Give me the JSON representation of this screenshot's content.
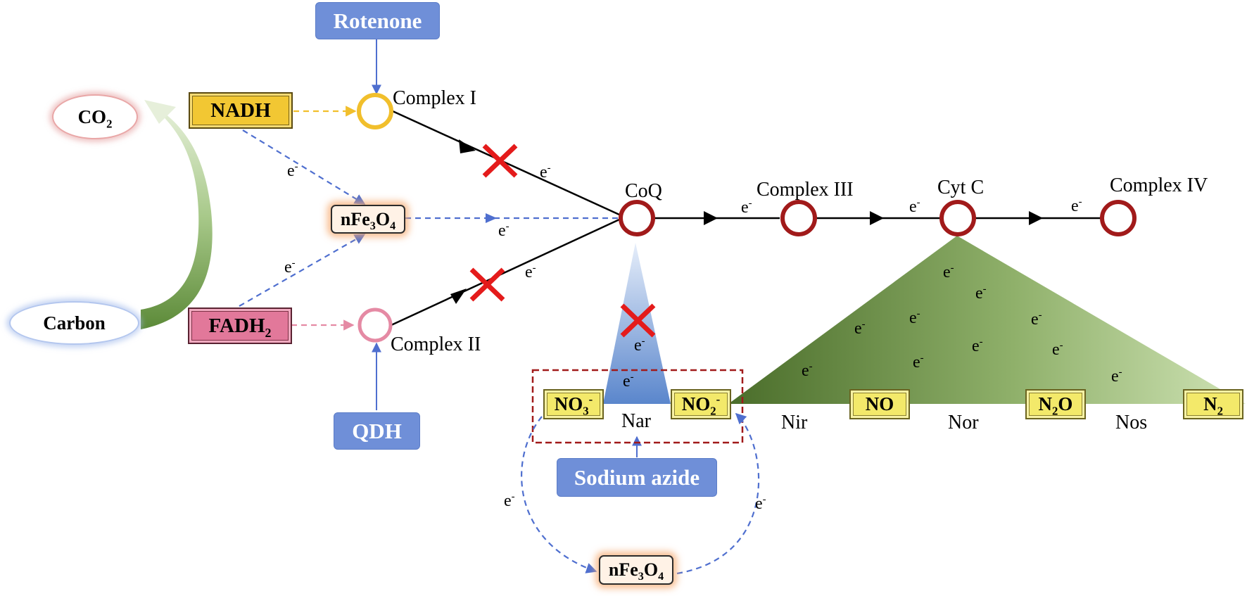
{
  "labels": {
    "rotenone": "Rotenone",
    "qdh": "QDH",
    "sodium_azide": "Sodium azide",
    "nadh": "NADH",
    "fadh_base": "FADH",
    "fadh_sub": "2",
    "co2_base": "CO",
    "co2_sub": "2",
    "carbon": "Carbon",
    "nfe_a": "nFe",
    "nfe_sub1": "3",
    "nfe_b": "O",
    "nfe_sub2": "4",
    "complex_i": "Complex I",
    "complex_ii": "Complex II",
    "complex_iii": "Complex III",
    "complex_iv": "Complex IV",
    "coq": "CoQ",
    "cytc": "Cyt C",
    "no3_base": "NO",
    "no3_sub": "3",
    "no3_sup": "-",
    "no2_base": "NO",
    "no2_sub": "2",
    "no2_sup": "-",
    "no": "NO",
    "n2o_a": "N",
    "n2o_sub": "2",
    "n2o_b": "O",
    "n2_base": "N",
    "n2_sub": "2",
    "nar": "Nar",
    "nir": "Nir",
    "nor": "Nor",
    "nos": "Nos",
    "e": "e",
    "e_sup": "-"
  },
  "colors": {
    "blue_box": "#6f8fd8",
    "yellow_box": "#f3e96a",
    "nadh_fill": "#f2c733",
    "fadh_fill": "#e2789a",
    "complex_i_ring": "#f1bf2c",
    "complex_ii_ring": "#e58aa4",
    "dark_red_ring": "#a11a1a",
    "dashed_blue": "#4f6fcf",
    "cross_red": "#e41b1b",
    "triangle_green_dark": "#5a7e3a",
    "triangle_green_light": "#c4dca8"
  }
}
